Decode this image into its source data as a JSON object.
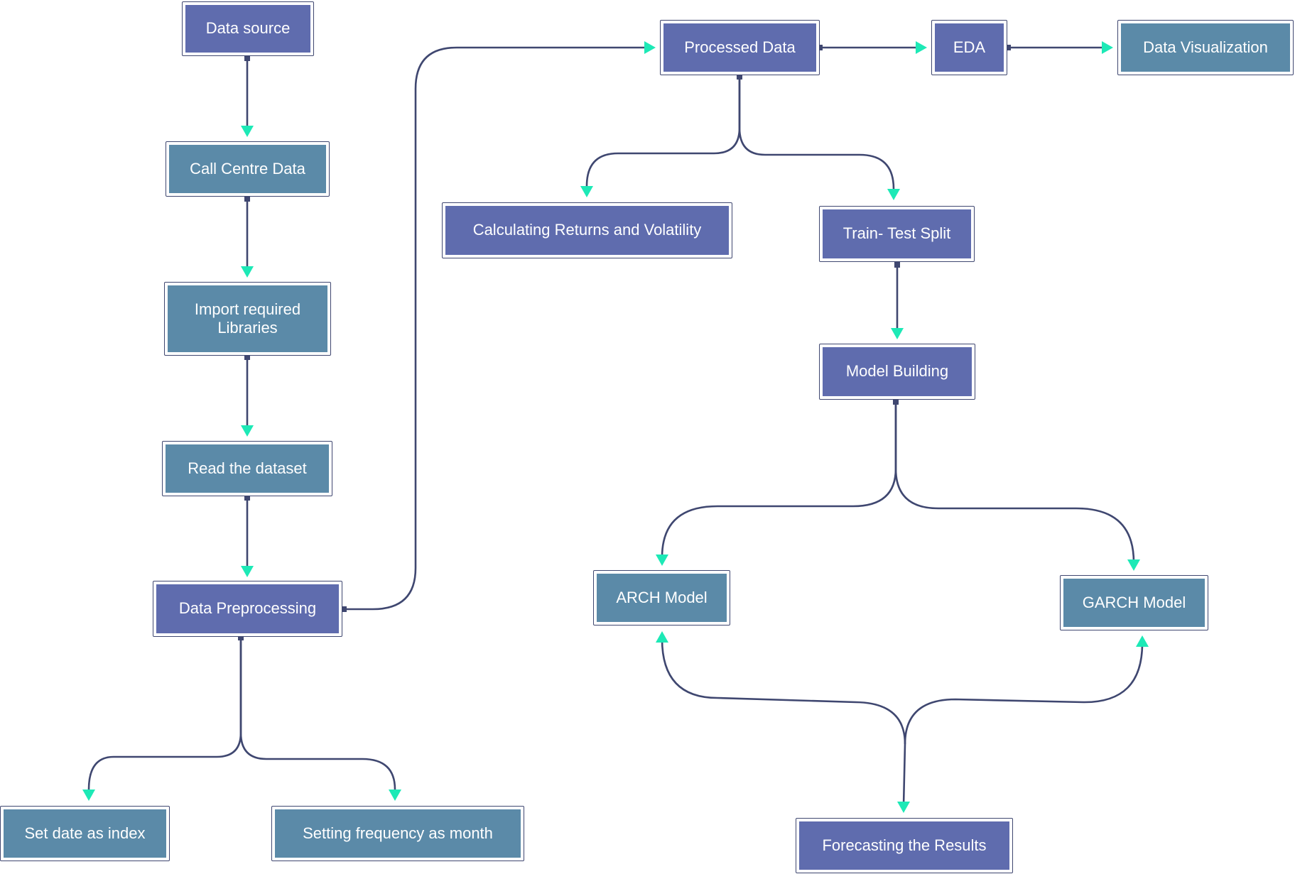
{
  "colors": {
    "node_purple": "#5f6cae",
    "node_blue": "#5b8aa8",
    "edge": "#3f4770",
    "arrow": "#1de9b6"
  },
  "nodes": {
    "data_source": "Data source",
    "call_centre": "Call Centre Data",
    "import_libs": "Import required Libraries",
    "read_dataset": "Read the dataset",
    "preprocessing": "Data Preprocessing",
    "set_date": "Set date as index",
    "set_freq": "Setting frequency as month",
    "processed": "Processed Data",
    "eda": "EDA",
    "visualization": "Data Visualization",
    "returns": "Calculating Returns and Volatility",
    "split": "Train- Test Split",
    "model_building": "Model Building",
    "arch": "ARCH Model",
    "garch": "GARCH Model",
    "forecast": "Forecasting the Results"
  },
  "edges": [
    {
      "from": "data_source",
      "to": "call_centre"
    },
    {
      "from": "call_centre",
      "to": "import_libs"
    },
    {
      "from": "import_libs",
      "to": "read_dataset"
    },
    {
      "from": "read_dataset",
      "to": "preprocessing"
    },
    {
      "from": "preprocessing",
      "to": "set_date"
    },
    {
      "from": "preprocessing",
      "to": "set_freq"
    },
    {
      "from": "preprocessing",
      "to": "processed"
    },
    {
      "from": "processed",
      "to": "eda"
    },
    {
      "from": "eda",
      "to": "visualization"
    },
    {
      "from": "processed",
      "to": "returns"
    },
    {
      "from": "processed",
      "to": "split"
    },
    {
      "from": "split",
      "to": "model_building"
    },
    {
      "from": "model_building",
      "to": "arch"
    },
    {
      "from": "model_building",
      "to": "garch"
    },
    {
      "from": "forecast",
      "to": "arch"
    },
    {
      "from": "forecast",
      "to": "garch"
    }
  ]
}
